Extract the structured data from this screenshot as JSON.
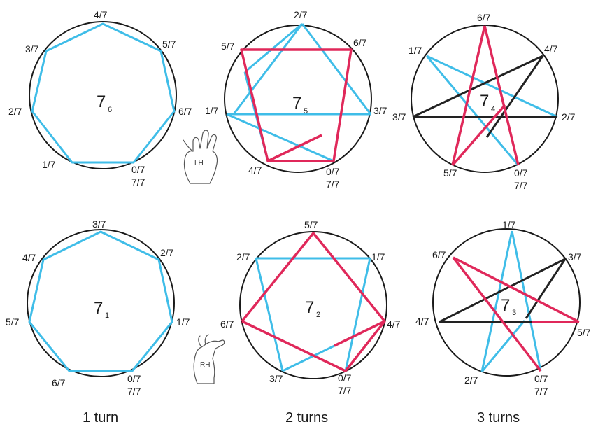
{
  "colors": {
    "blue": "#3fbde8",
    "red": "#e0285a",
    "black": "#222222",
    "circle": "#1a1a1a"
  },
  "diagrams": [
    {
      "id": "d76",
      "center_main": "7",
      "center_sub": "6",
      "labels": [
        "4/7",
        "5/7",
        "6/7",
        "0/7",
        "7/7",
        "1/7",
        "2/7",
        "3/7"
      ]
    },
    {
      "id": "d75",
      "center_main": "7",
      "center_sub": "5",
      "labels": [
        "2/7",
        "6/7",
        "3/7",
        "0/7",
        "7/7",
        "4/7",
        "1/7",
        "5/7"
      ]
    },
    {
      "id": "d74",
      "center_main": "7",
      "center_sub": "4",
      "labels": [
        "6/7",
        "4/7",
        "2/7",
        "0/7",
        "7/7",
        "5/7",
        "3/7",
        "1/7"
      ]
    },
    {
      "id": "d71",
      "center_main": "7",
      "center_sub": "1",
      "labels": [
        "3/7",
        "2/7",
        "1/7",
        "0/7",
        "7/7",
        "6/7",
        "5/7",
        "4/7"
      ]
    },
    {
      "id": "d72",
      "center_main": "7",
      "center_sub": "2",
      "labels": [
        "5/7",
        "1/7",
        "4/7",
        "0/7",
        "7/7",
        "3/7",
        "6/7",
        "2/7"
      ]
    },
    {
      "id": "d73",
      "center_main": "7",
      "center_sub": "3",
      "labels": [
        "1/7",
        "3/7",
        "5/7",
        "0/7",
        "7/7",
        "2/7",
        "4/7",
        "6/7"
      ]
    }
  ],
  "hands": {
    "left": "LH",
    "right": "RH"
  },
  "captions": [
    "1 turn",
    "2 turns",
    "3 turns"
  ]
}
